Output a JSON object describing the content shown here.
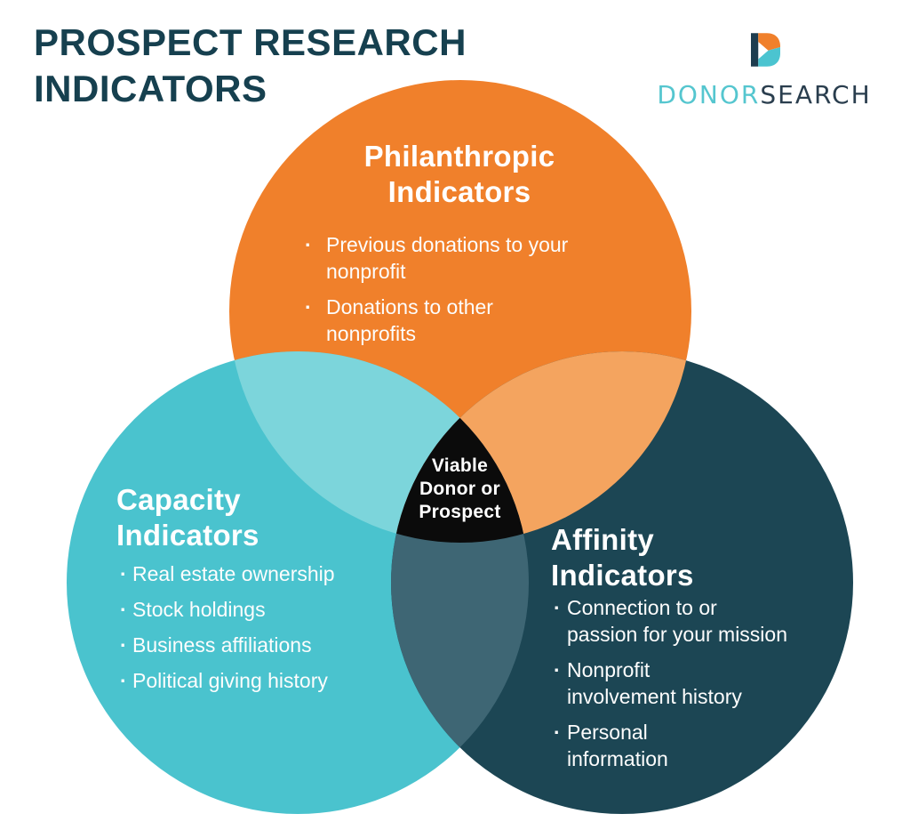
{
  "header": {
    "title": "PROSPECT RESEARCH\nINDICATORS"
  },
  "logo": {
    "brand_primary": "DONOR",
    "brand_secondary": "SEARCH",
    "icon_colors": {
      "bar": "#1E3D4F",
      "top_wedge": "#F0802B",
      "bottom_wedge": "#4BC4D0"
    }
  },
  "venn": {
    "philanthropic": {
      "title": "Philanthropic\nIndicators",
      "color": "#F0802B",
      "items": [
        "Previous donations to your\nnonprofit",
        "Donations to other\nnonprofits"
      ]
    },
    "capacity": {
      "title": "Capacity\nIndicators",
      "color": "#4AC3CE",
      "items": [
        "Real estate ownership",
        "Stock holdings",
        "Business affiliations",
        "Political giving history"
      ]
    },
    "affinity": {
      "title": "Affinity\nIndicators",
      "color": "#1C4654",
      "items": [
        "Connection to or\npassion for your mission",
        "Nonprofit\ninvolvement history",
        "Personal\ninformation"
      ]
    },
    "overlaps": {
      "philanthropic_capacity": "#7CD5DB",
      "philanthropic_affinity": "#F4A45F",
      "capacity_affinity": "#3E6674",
      "center": "#0B0B0B"
    },
    "center_label": "Viable\nDonor or\nProspect"
  },
  "colors": {
    "title_text": "#16404F",
    "body_text": "#FFFFFF",
    "background": "#FFFFFF"
  }
}
